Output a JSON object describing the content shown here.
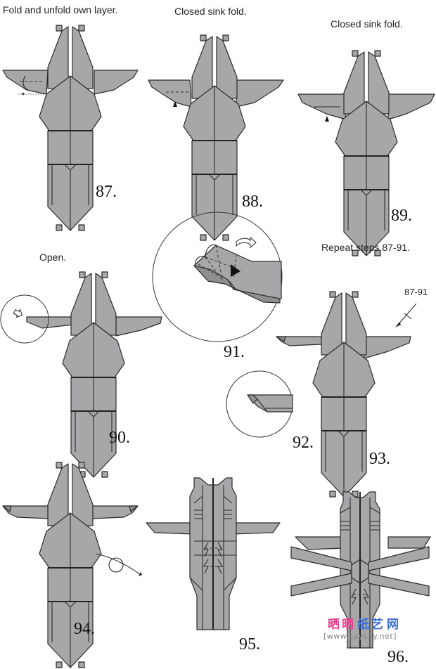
{
  "steps": [
    {
      "number": "87.",
      "caption": "Fold and unfold own layer."
    },
    {
      "number": "88.",
      "caption": "Closed sink fold."
    },
    {
      "number": "89.",
      "caption": "Closed sink fold."
    },
    {
      "number": "90.",
      "caption": "Open."
    },
    {
      "number": "91.",
      "caption": ""
    },
    {
      "number": "92.",
      "caption": ""
    },
    {
      "number": "93.",
      "caption": "Repeat steps 87-91."
    },
    {
      "number": "94.",
      "caption": ""
    },
    {
      "number": "95.",
      "caption": ""
    },
    {
      "number": "96.",
      "caption": ""
    }
  ],
  "annotations": {
    "repeat_arrow_label": "87-91"
  },
  "watermark": {
    "chars": [
      "晒",
      "晒",
      "纸",
      "艺",
      "网"
    ],
    "colors": [
      "#e8418f",
      "#e8418f",
      "#3b6fd6",
      "#3b6fd6",
      "#3b6fd6"
    ],
    "url": "[www.saysay.net]"
  },
  "colors": {
    "paper": "#a7a7a9",
    "paper_dark": "#8f8f92",
    "outline": "#2b2b2b"
  }
}
